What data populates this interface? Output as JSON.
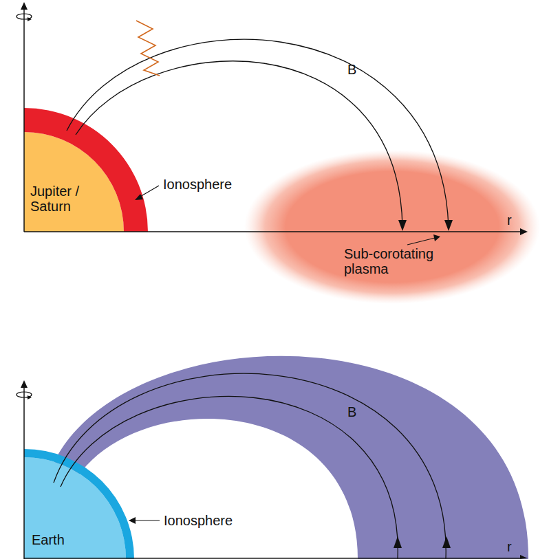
{
  "diagram": {
    "labels": [
      "B",
      "Ionosphere",
      "Jupiter / Saturn",
      "r",
      "Sub-corotating plasma",
      "B",
      "Ionosphere",
      "Earth",
      "r"
    ]
  }
}
